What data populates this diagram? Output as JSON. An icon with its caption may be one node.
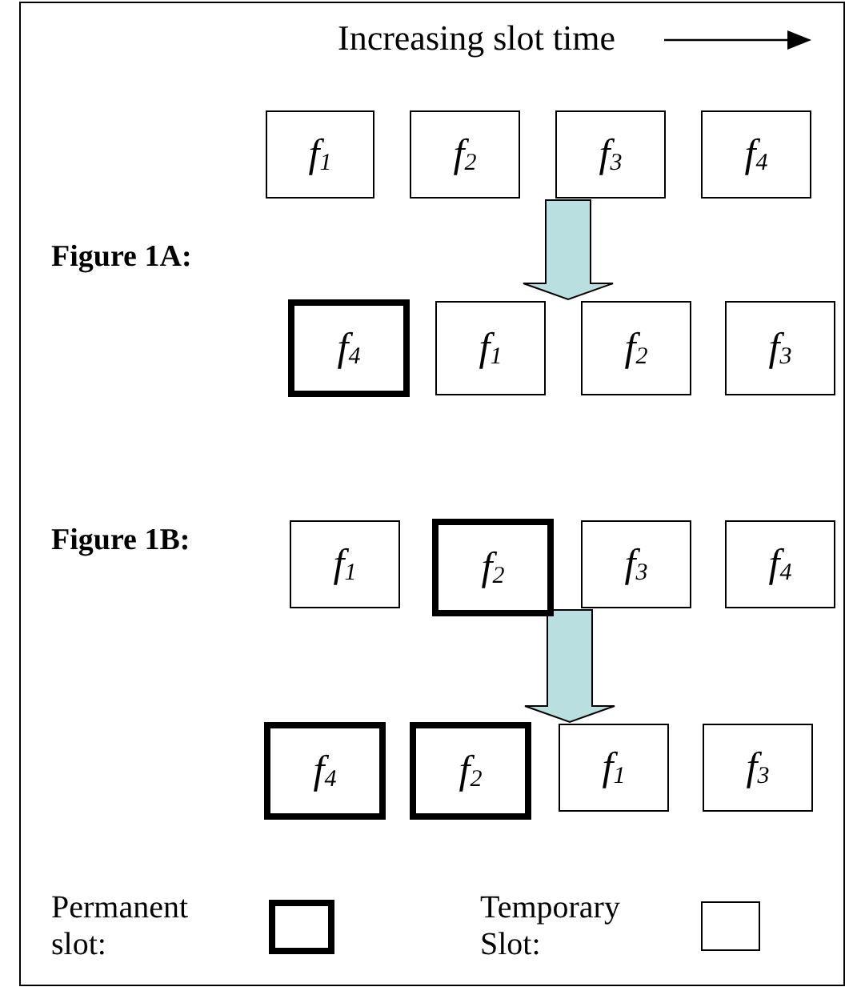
{
  "diagram": {
    "nodes": [
      {
        "text": [
          "f$_{1}$"
        ]
      },
      {
        "text": [
          "f$_{2}$"
        ]
      },
      {
        "text": [
          "f$_{3}$"
        ]
      },
      {
        "text": [
          "f$_{4}$"
        ]
      },
      {
        "text": [
          "f$_{4}$"
        ]
      },
      {
        "text": [
          "f$_{1}$"
        ]
      },
      {
        "text": [
          "f$_{2}$"
        ]
      },
      {
        "text": [
          "f$_{3}$"
        ]
      },
      {
        "text": [
          "f$_{1}$"
        ]
      },
      {
        "text": [
          "f$_{2}$"
        ]
      },
      {
        "text": [
          "f$_{3}$"
        ]
      },
      {
        "text": [
          "f$_{4}$"
        ]
      },
      {
        "text": [
          "f$_{4}$"
        ]
      },
      {
        "text": [
          "f$_{2}$"
        ]
      },
      {
        "text": [
          "f$_{1}$"
        ]
      },
      {
        "text": [
          "f$_{3}$"
        ]
      }
    ],
    "edges": [
      {
        "from": 2,
        "to": 6,
        "arrow": "to"
      },
      {
        "from": 10,
        "to": 14,
        "arrow": "to"
      }
    ],
    "labels": [
      "Increasing slot time",
      "Figure 1A:",
      "Figure 1B:"
    ],
    "legend": [
      {
        "text": "Permanent slot:"
      },
      {
        "text": "Temporary Slot:"
      }
    ]
  }
}
